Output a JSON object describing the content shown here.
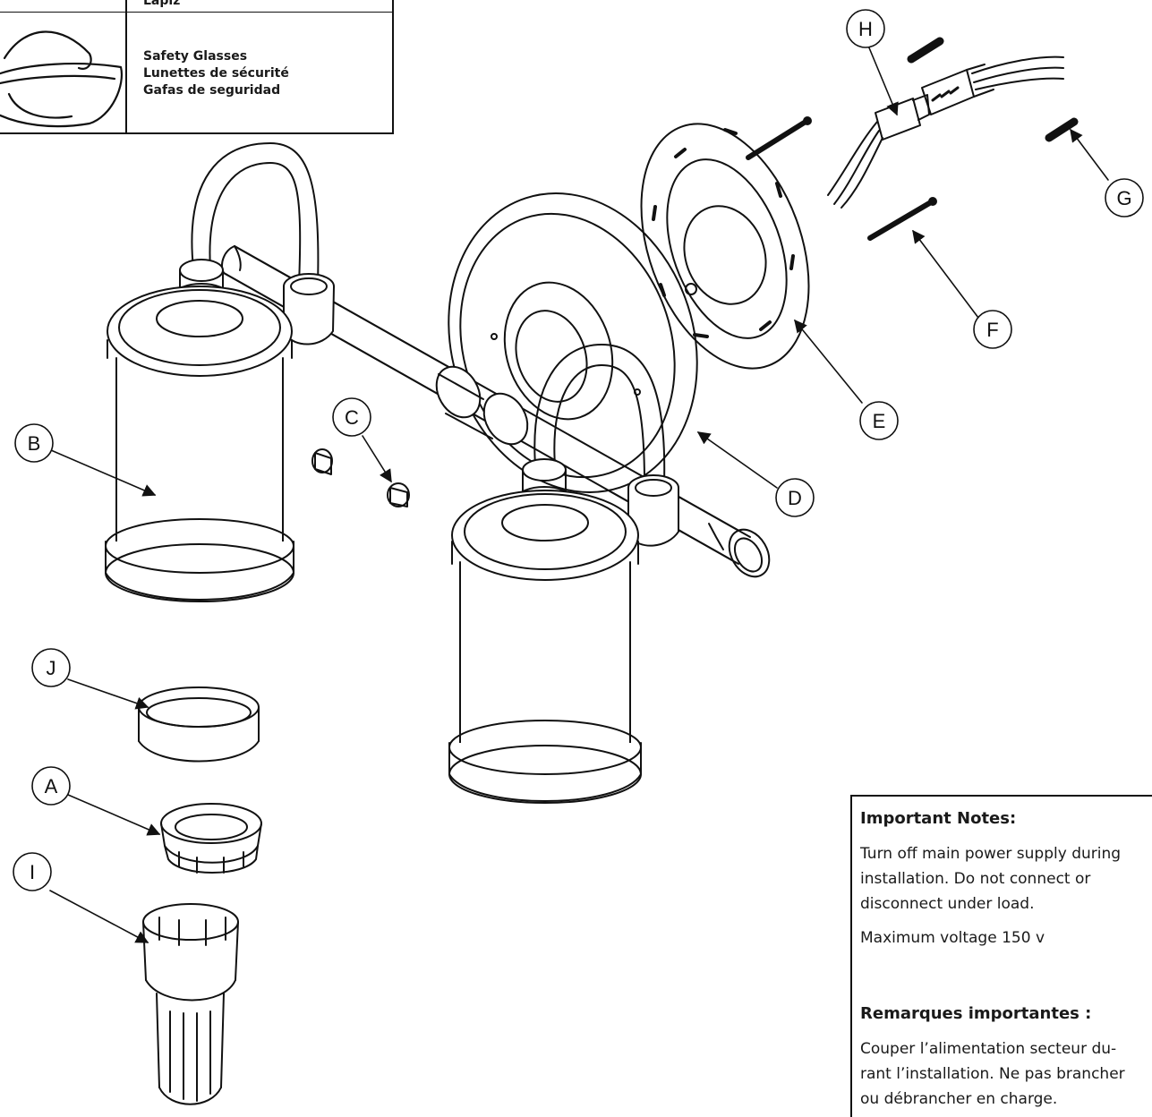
{
  "tools_box": {
    "previous_item": "Lapiz",
    "safety_glasses": {
      "icon": "safety-glasses-icon",
      "en": "Safety Glasses",
      "fr": "Lunettes de sécurité",
      "es": "Gafas de seguridad"
    }
  },
  "callouts": {
    "A": "A",
    "B": "B",
    "C": "C",
    "D": "D",
    "E": "E",
    "F": "F",
    "G": "G",
    "H": "H",
    "I": "I",
    "J": "J"
  },
  "notes": {
    "en_heading": "Important Notes:",
    "en_line1": "Turn off main power supply during",
    "en_line2": "installation.  Do not connect or",
    "en_line3": "disconnect under load.",
    "en_voltage": "Maximum voltage 150 v",
    "fr_heading": "Remarques importantes :",
    "fr_line1": "Couper l’alimentation secteur du-",
    "fr_line2": "rant l’installation. Ne pas brancher",
    "fr_line3": "ou débrancher en charge."
  }
}
